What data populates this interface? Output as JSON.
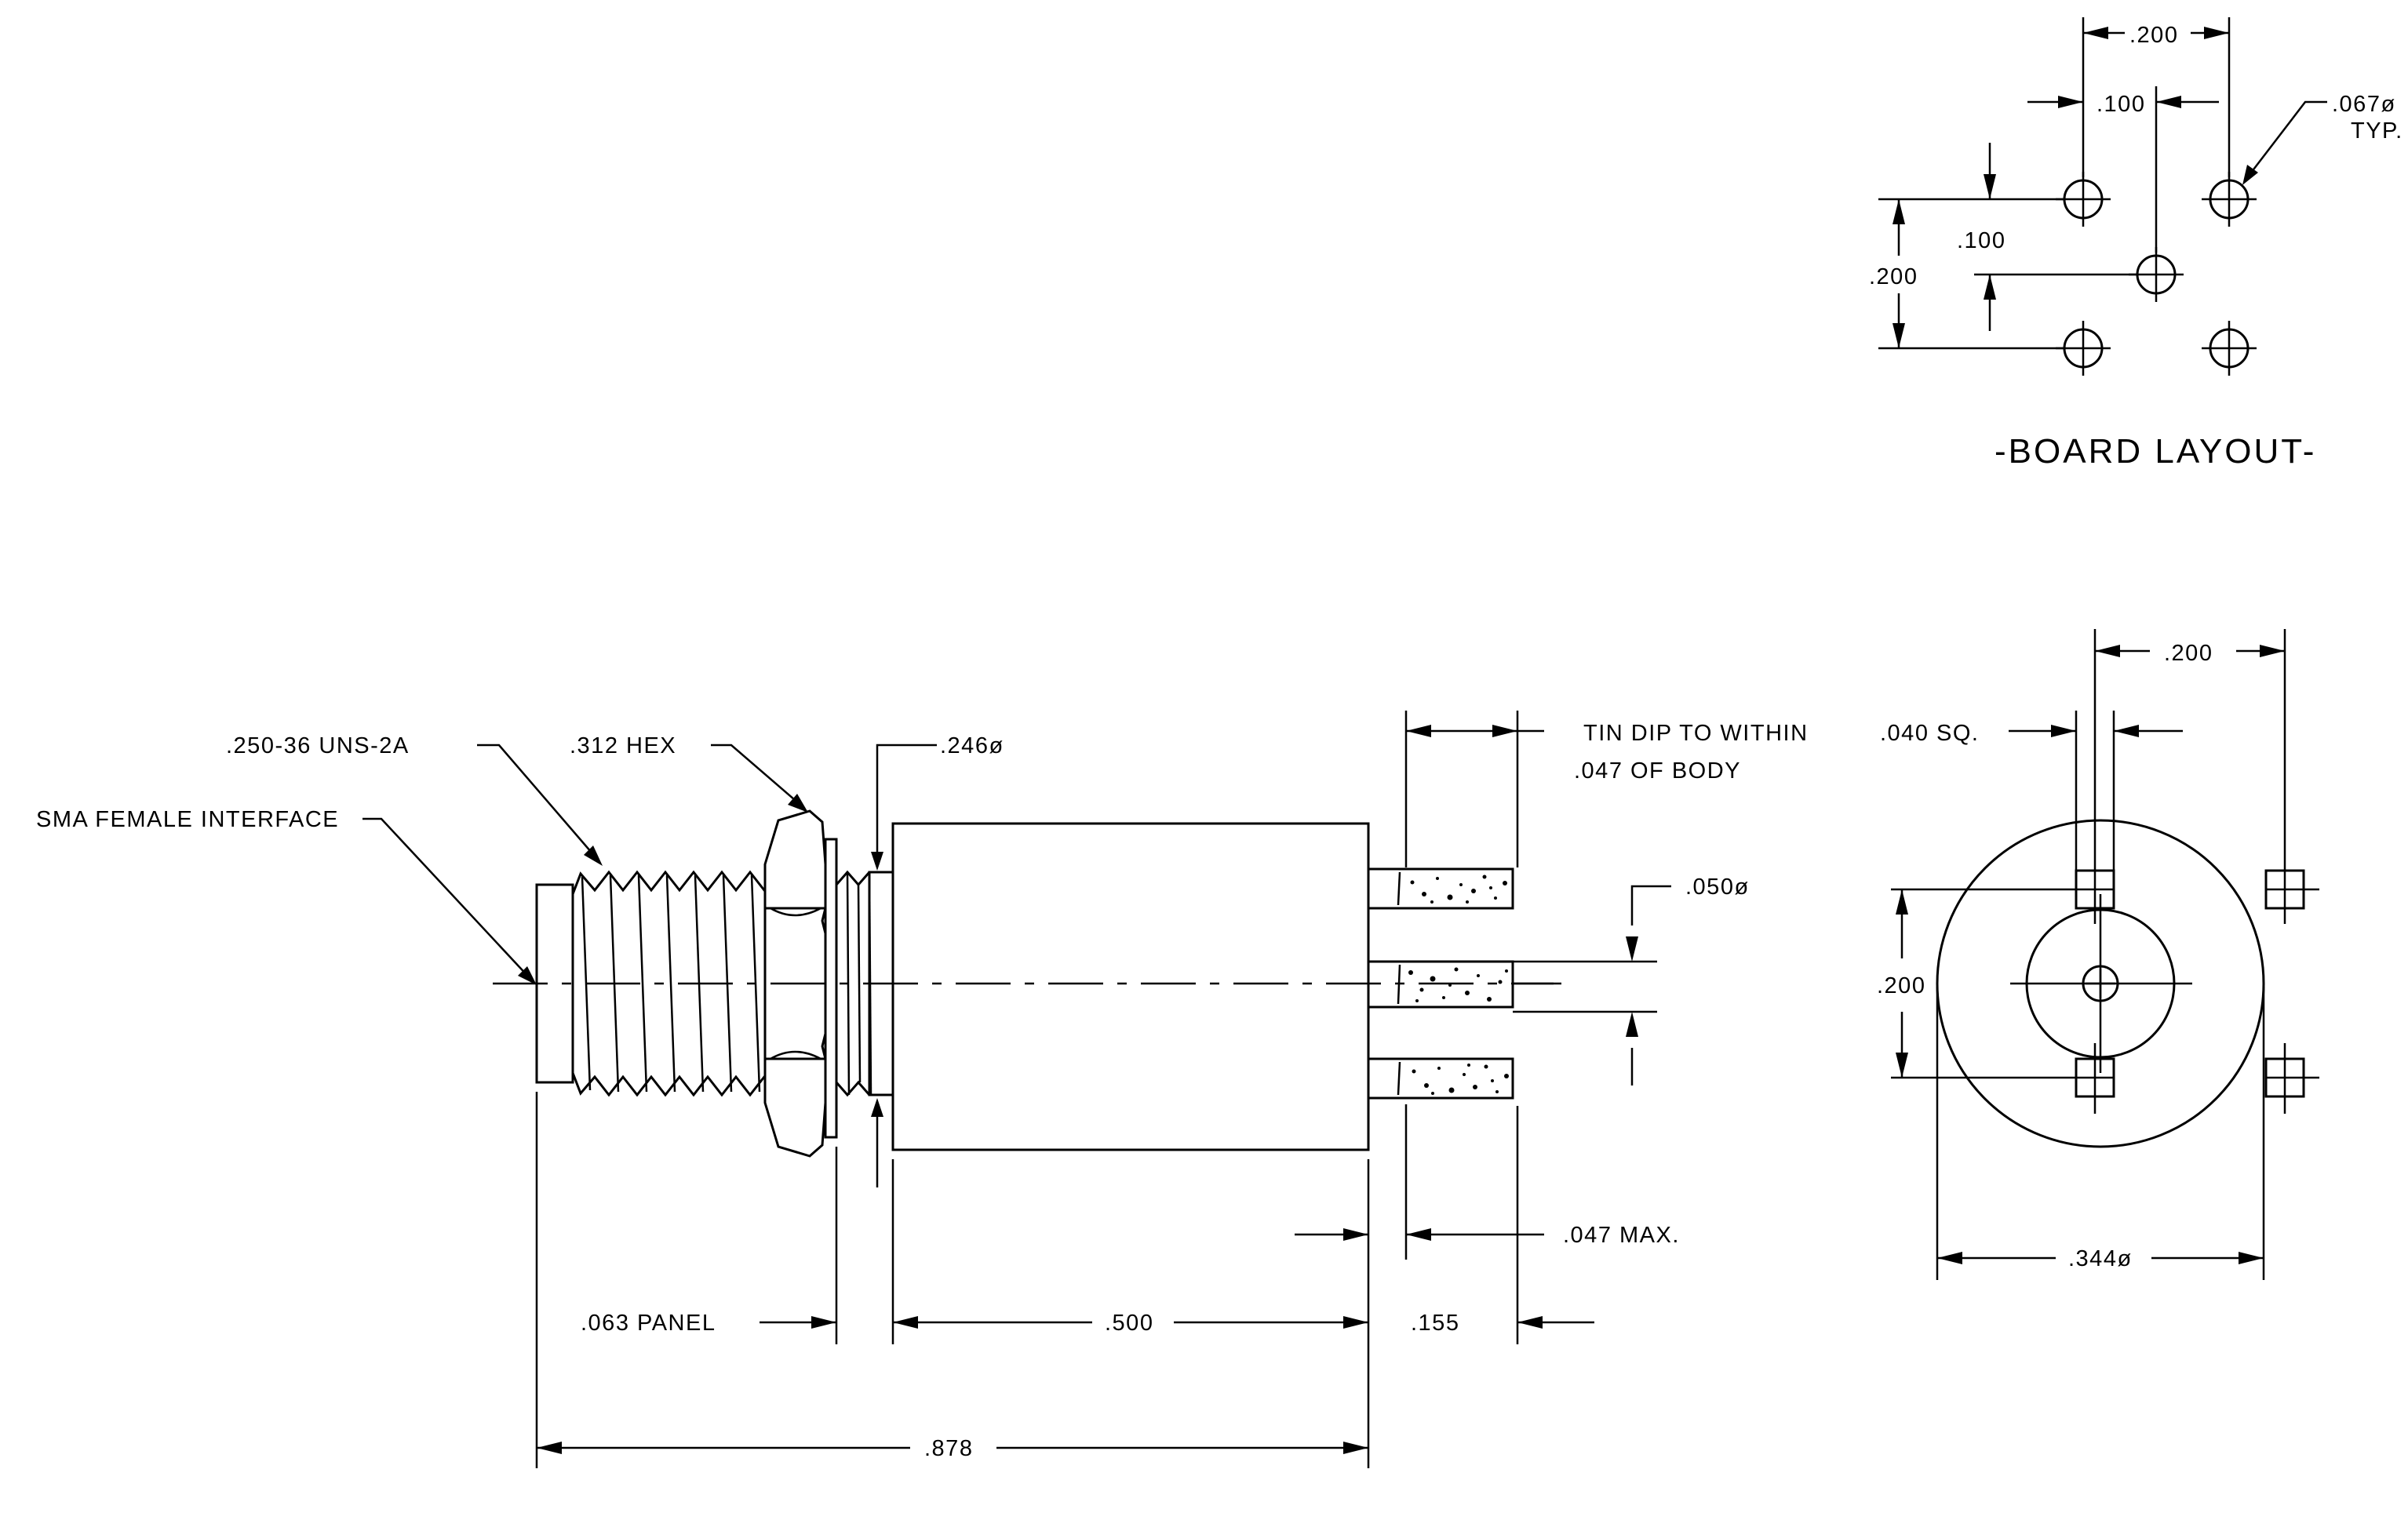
{
  "labels": {
    "sma_interface": "SMA FEMALE INTERFACE",
    "thread": ".250-36 UNS-2A",
    "hex": ".312 HEX",
    "dia_246": ".246ø",
    "tin_dip_1": "TIN DIP TO WITHIN",
    "tin_dip_2": ".047 OF BODY",
    "pin_dia": ".050ø",
    "max_047": ".047 MAX.",
    "panel": ".063 PANEL",
    "len_500": ".500",
    "len_155": ".155",
    "len_878": ".878",
    "fv_200_top": ".200",
    "fv_sq": ".040 SQ.",
    "fv_200_side": ".200",
    "fv_dia": ".344ø",
    "bl_200_top": ".200",
    "bl_100_top": ".100",
    "bl_hole": ".067ø",
    "bl_typ": "TYP.",
    "bl_100_side": ".100",
    "bl_200_side": ".200",
    "board_layout_title": "-BOARD LAYOUT-"
  }
}
